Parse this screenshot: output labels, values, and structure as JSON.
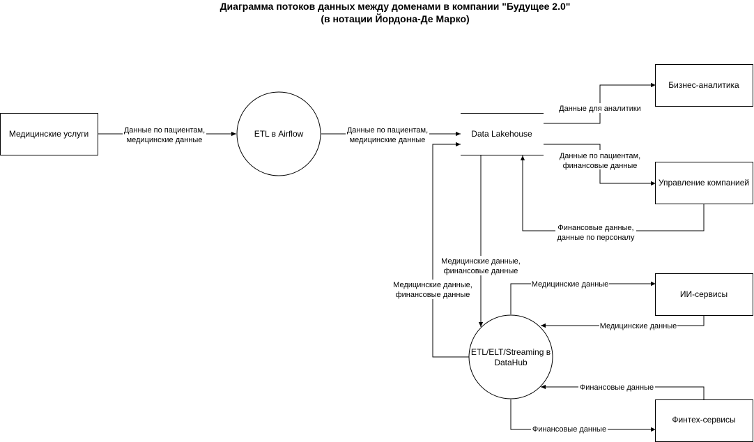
{
  "title": {
    "line1": "Диаграмма потоков данных между доменами в компании \"Будущее 2.0\"",
    "line2": "(в нотации Йордона-Де Марко)"
  },
  "nodes": {
    "medical_services": "Медицинские услуги",
    "etl_airflow": "ETL в Airflow",
    "data_lakehouse": "Data Lakehouse",
    "business_analytics": "Бизнес-аналитика",
    "company_management": "Управление компанией",
    "ai_services": "ИИ-сервисы",
    "datahub_line1": "ETL/ELT/Streaming в",
    "datahub_line2": "DataHub",
    "fintech_services": "Финтех-сервисы"
  },
  "flows": {
    "med_to_etl_1": "Данные по пациентам,",
    "med_to_etl_2": "медицинские данные",
    "etl_to_lake_1": "Данные по пациентам,",
    "etl_to_lake_2": "медицинские данные",
    "lake_to_bi": "Данные для аналитики",
    "lake_to_mgmt_1": "Данные по пациентам,",
    "lake_to_mgmt_2": "финансовые данные",
    "mgmt_to_lake_1": "Финансовые данные,",
    "mgmt_to_lake_2": "данные по персоналу",
    "lake_to_hub_1": "Медицинские данные,",
    "lake_to_hub_2": "финансовые данные",
    "hub_to_lake_1": "Медицинские данные,",
    "hub_to_lake_2": "финансовые данные",
    "hub_to_ai": "Медицинские данные",
    "ai_to_hub": "Медицинские данные",
    "fintech_to_hub": "Финансовые данные",
    "hub_to_fintech": "Финансовые данные"
  }
}
